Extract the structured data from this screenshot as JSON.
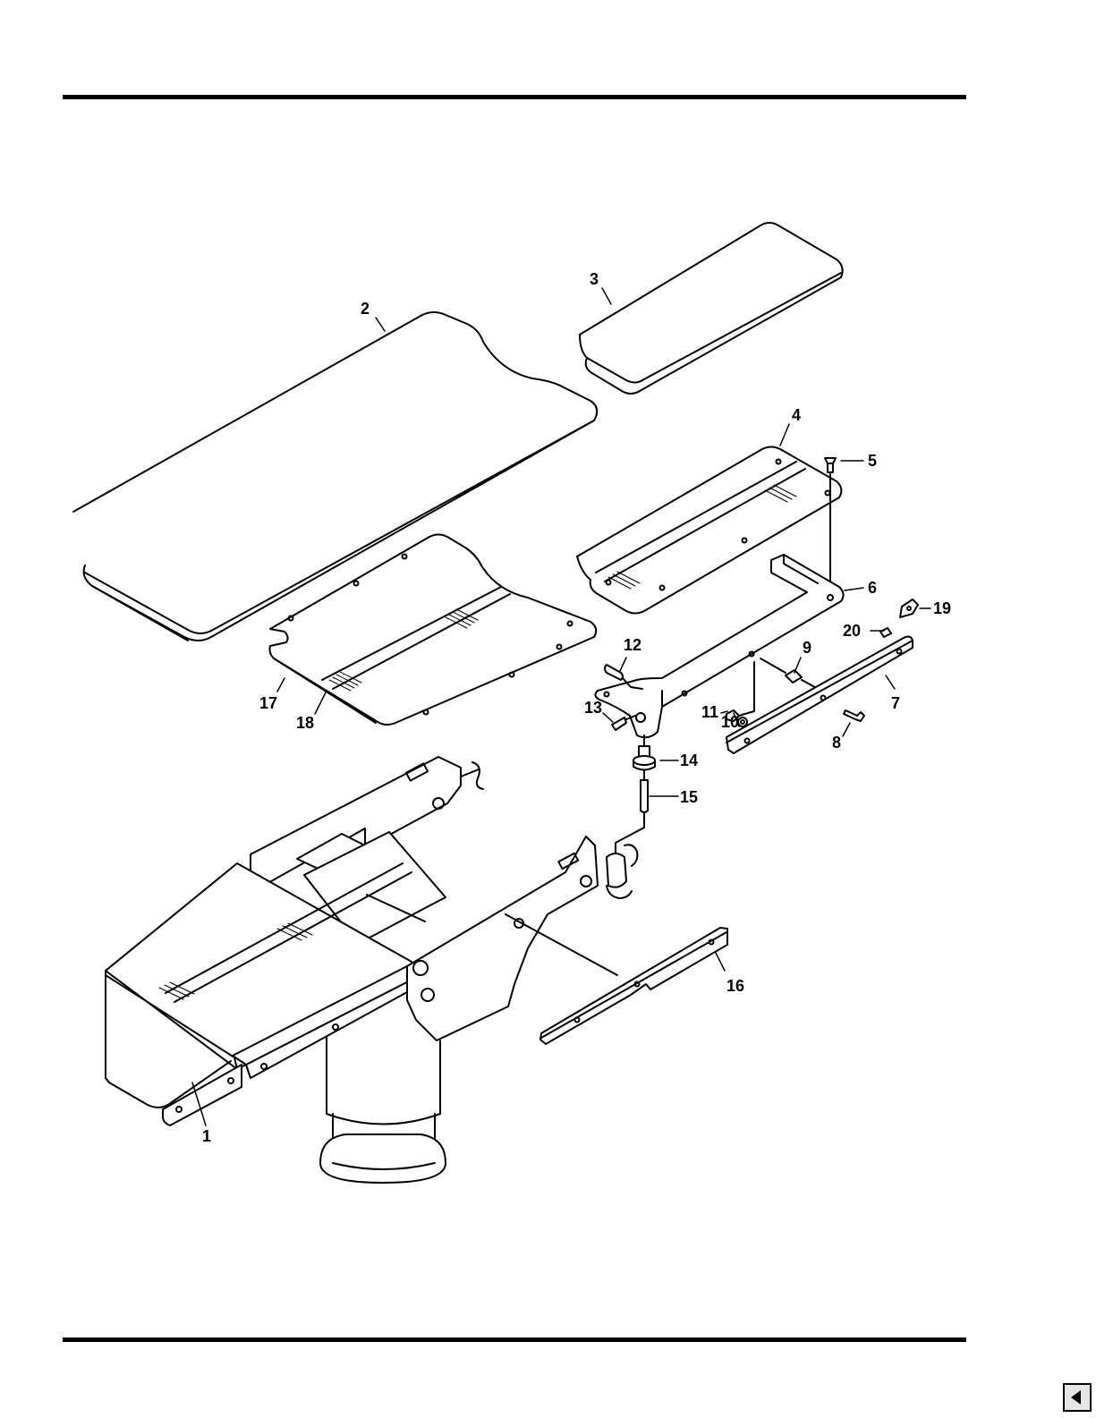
{
  "callouts": [
    {
      "id": "1",
      "label": "1"
    },
    {
      "id": "2",
      "label": "2"
    },
    {
      "id": "3",
      "label": "3"
    },
    {
      "id": "4",
      "label": "4"
    },
    {
      "id": "5",
      "label": "5"
    },
    {
      "id": "6",
      "label": "6"
    },
    {
      "id": "7",
      "label": "7"
    },
    {
      "id": "8",
      "label": "8"
    },
    {
      "id": "9",
      "label": "9"
    },
    {
      "id": "10",
      "label": "10"
    },
    {
      "id": "11",
      "label": "11"
    },
    {
      "id": "12",
      "label": "12"
    },
    {
      "id": "13",
      "label": "13"
    },
    {
      "id": "14",
      "label": "14"
    },
    {
      "id": "15",
      "label": "15"
    },
    {
      "id": "16",
      "label": "16"
    },
    {
      "id": "17",
      "label": "17"
    },
    {
      "id": "18",
      "label": "18"
    },
    {
      "id": "19",
      "label": "19"
    },
    {
      "id": "20",
      "label": "20"
    }
  ],
  "navigation": {
    "previous_icon": "triangle-left-icon"
  }
}
